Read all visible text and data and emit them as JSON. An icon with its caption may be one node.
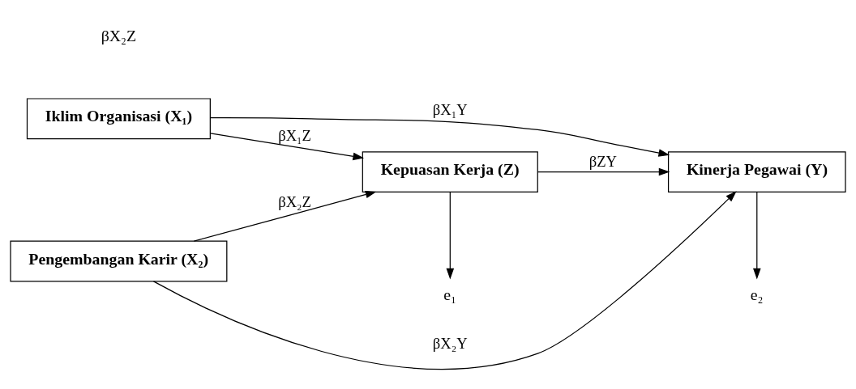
{
  "diagram": {
    "nodes": [
      {
        "text": [
          "Iklim Organisasi (X₁)"
        ]
      },
      {
        "text": [
          "Kepuasan Kerja (Z)"
        ]
      },
      {
        "text": [
          "Kinerja Pegawai (Y)"
        ]
      },
      {
        "text": [
          "Pengembangan Karir (X₂)"
        ]
      },
      {
        "text": [
          "e₁"
        ]
      },
      {
        "text": [
          "e₂"
        ]
      }
    ],
    "edges": [
      {
        "from": 0,
        "to": 2,
        "arrow": "to",
        "label": "βX₁Y"
      },
      {
        "from": 0,
        "to": 1,
        "arrow": "to",
        "label": "βX₁Z"
      },
      {
        "from": 3,
        "to": 1,
        "arrow": "to",
        "label": "βX₂Z"
      },
      {
        "from": 3,
        "to": 2,
        "arrow": "to",
        "label": "βX₂Y"
      },
      {
        "from": 1,
        "to": 2,
        "arrow": "to",
        "label": "βZY"
      },
      {
        "from": 1,
        "to": 4,
        "arrow": "to"
      },
      {
        "from": 2,
        "to": 5,
        "arrow": "to"
      }
    ],
    "labels": [
      "βX₂Z"
    ]
  }
}
